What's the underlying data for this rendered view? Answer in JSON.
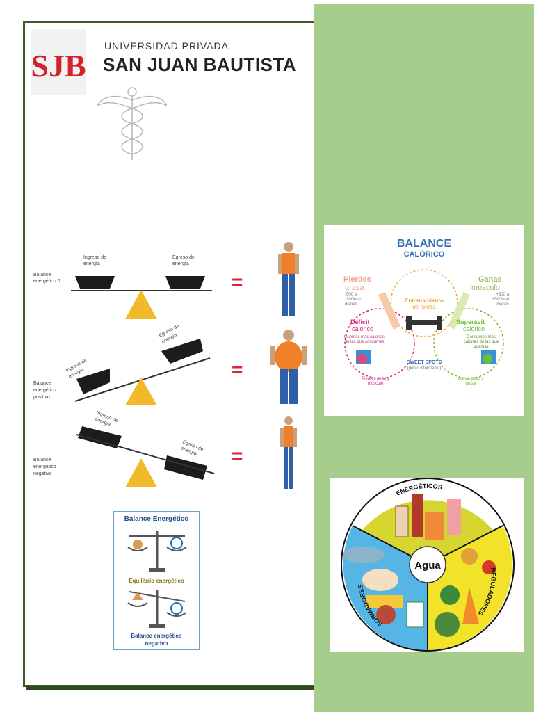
{
  "header": {
    "logo_letters": "SJB",
    "university_line1": "UNIVERSIDAD PRIVADA",
    "university_line2": "SAN JUAN BAUTISTA"
  },
  "scale_figure": {
    "rows": [
      {
        "label_lines": [
          "Balance",
          "energético 0"
        ],
        "left_tag": [
          "Ingreso de",
          "energía"
        ],
        "right_tag": [
          "Egreso de",
          "energía"
        ]
      },
      {
        "label_lines": [
          "Balance",
          "energético",
          "positivo"
        ],
        "left_tag": [
          "Ingreso de",
          "energía"
        ],
        "right_tag": [
          "Egreso de",
          "energía"
        ]
      },
      {
        "label_lines": [
          "Balance",
          "energético",
          "negativo"
        ],
        "left_tag": [
          "Ingreso de",
          "energía"
        ],
        "right_tag": [
          "Egreso de",
          "energía"
        ]
      }
    ],
    "equals_sign": "="
  },
  "balance_card": {
    "title": "Balance Energético",
    "middle": "Equilibrio energético",
    "bottom_line1": "Balance energético",
    "bottom_line2": "negativo"
  },
  "caloric_balance": {
    "title_line1": "BALANCE",
    "title_line2": "CALÓRICO",
    "left_top": "Pierdes",
    "left_top2": "grasa",
    "left_top_note": "-500 a -300kcal diarias",
    "right_top": "Ganas",
    "right_top2": "músculo",
    "right_top_note": "+300 a +500kcal diarias",
    "center": "Entrenamiento",
    "center2": "de fuerza",
    "deficit": "Déficit",
    "deficit2": "calórico",
    "deficit_note": "Quemas más calorías de las que consumes",
    "surplus": "Superávit",
    "surplus2": "calórico",
    "surplus_note": "Consumes más calorías de las que quemas",
    "sweet_spots": "SWEET SPOTS",
    "sweet_spots_note": "(punto intermedio)",
    "bottom_left": "Pierdes peso y músculo",
    "bottom_right": "Ganas peso y grasa"
  },
  "food_wheel": {
    "center": "Agua",
    "top": "ENERGÉTICOS",
    "right": "REGULADORES",
    "left": "FORMADORES"
  },
  "colors": {
    "green_panel": "#a6cd8c",
    "frame": "#3f5a2a",
    "logo_red": "#d1242f",
    "wheel_yellow": "#d7d631",
    "wheel_blue": "#55b6e6",
    "wheel_bright_yellow": "#f2e32a"
  }
}
